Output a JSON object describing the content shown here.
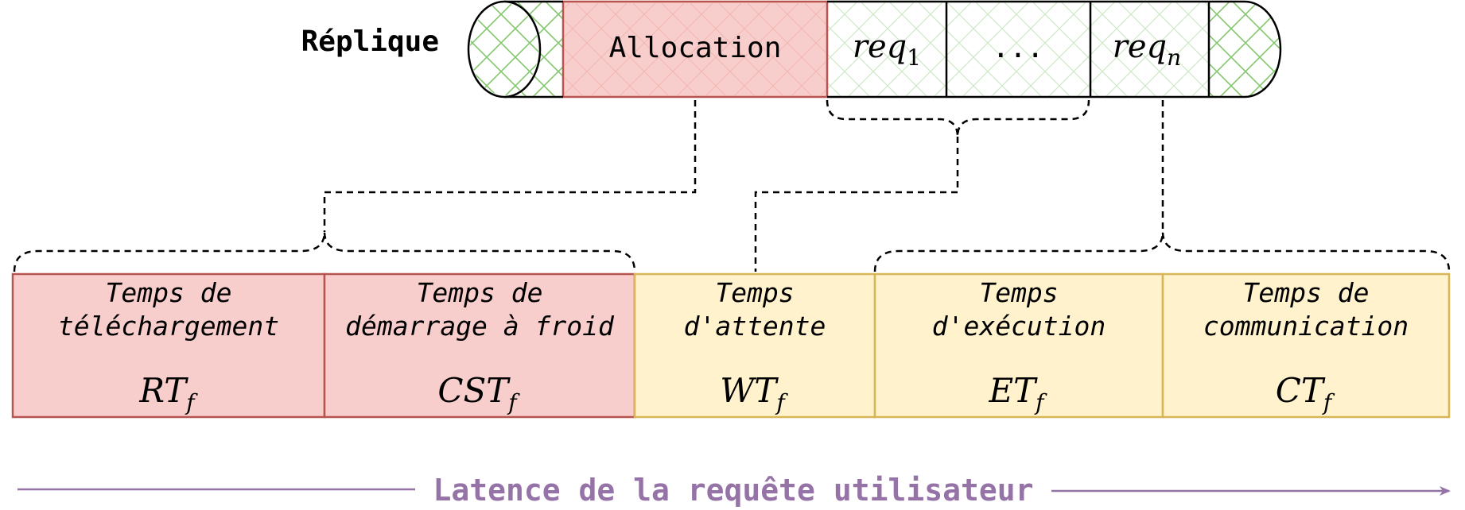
{
  "replica": {
    "label": "Réplique",
    "allocation": "Allocation",
    "req1": {
      "base": "req",
      "sub": "1"
    },
    "ellipsis": "...",
    "reqn": {
      "base": "req",
      "sub": "n"
    }
  },
  "phases": [
    {
      "line1": "Temps de",
      "line2": "téléchargement",
      "sym": "RT",
      "sub": "f"
    },
    {
      "line1": "Temps de",
      "line2": "démarrage à froid",
      "sym": "CST",
      "sub": "f"
    },
    {
      "line1": "Temps",
      "line2": "d'attente",
      "sym": "WT",
      "sub": "f"
    },
    {
      "line1": "Temps",
      "line2": "d'exécution",
      "sym": "ET",
      "sub": "f"
    },
    {
      "line1": "Temps de",
      "line2": "communication",
      "sym": "CT",
      "sub": "f"
    }
  ],
  "latency": {
    "label": "Latence de la requête utilisateur"
  },
  "colors": {
    "red_fill": "#f8cecc",
    "red_stroke": "#b85450",
    "yellow_fill": "#fff2cc",
    "yellow_stroke": "#d6b656",
    "hatch": "#82c86e",
    "purple": "#9673a6"
  }
}
